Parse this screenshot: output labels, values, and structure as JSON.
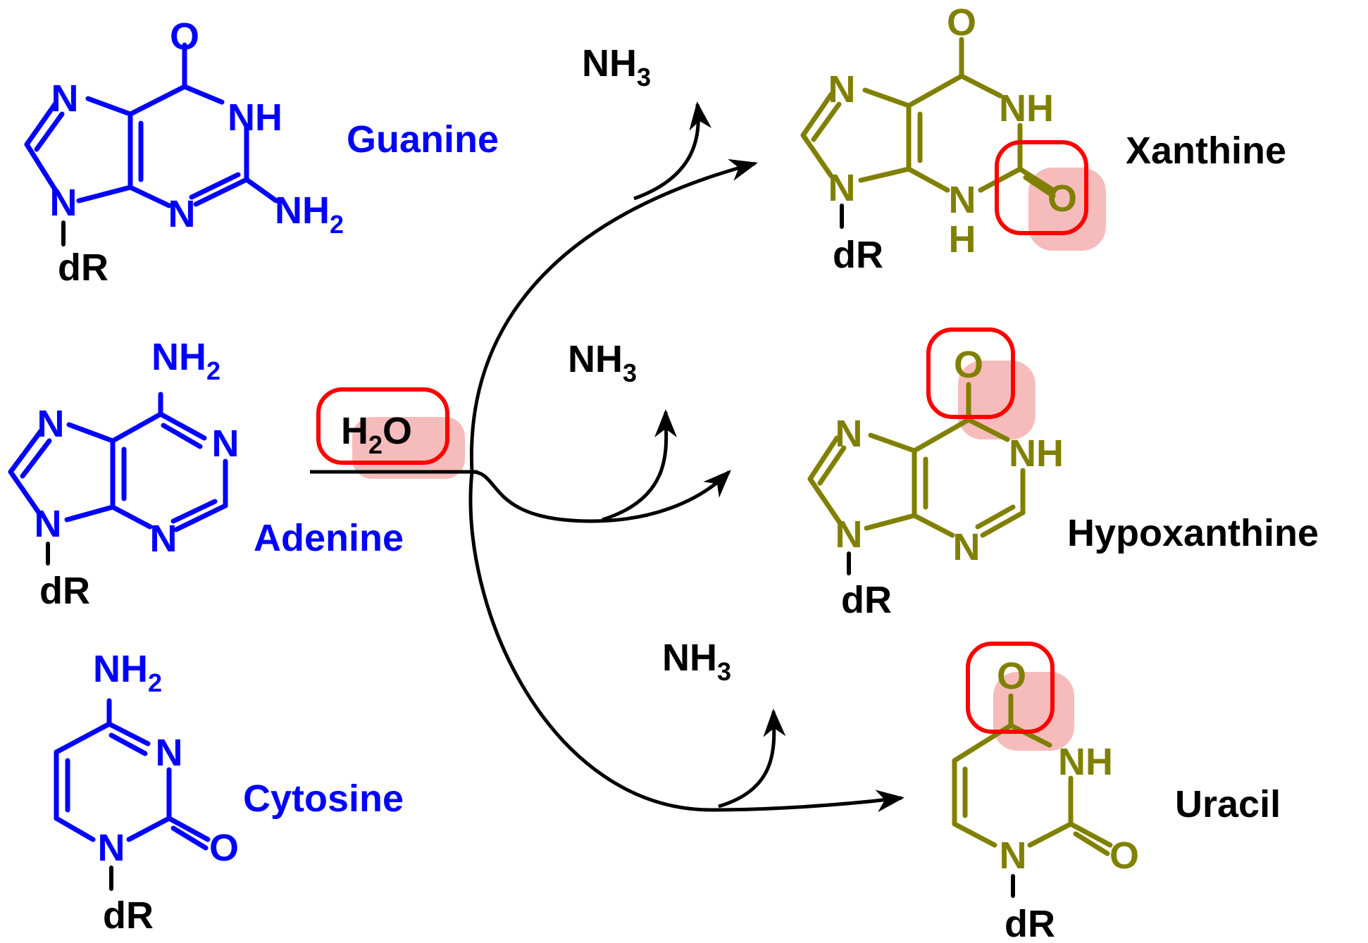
{
  "colors": {
    "reactant": "#0000ff",
    "product": "#808000",
    "substituent": "#000000",
    "highlight_ring": "#ff0000",
    "highlight_shadow": "#f4b0b0"
  },
  "reactants": [
    {
      "name": "Guanine"
    },
    {
      "name": "Adenine"
    },
    {
      "name": "Cytosine"
    }
  ],
  "products": [
    {
      "name": "Xanthine"
    },
    {
      "name": "Hypoxanthine"
    },
    {
      "name": "Uracil"
    }
  ],
  "labels": {
    "sugar": "dR",
    "byproduct": "NH",
    "byproduct_sub": "3",
    "reagent_a": "H",
    "reagent_sub": "2",
    "reagent_b": "O",
    "amine": "NH",
    "amine_sub": "2",
    "imine_h": "NH",
    "n": "N",
    "h": "H",
    "o": "O"
  }
}
